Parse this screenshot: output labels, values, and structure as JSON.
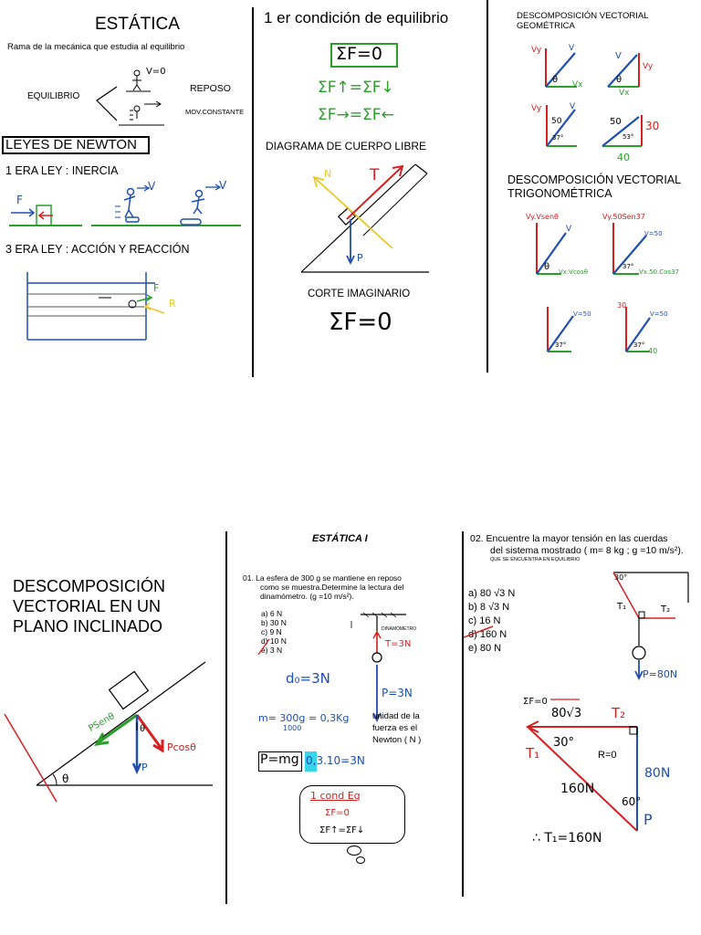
{
  "sheet1": {
    "title": "ESTÁTICA",
    "subtitle": "Rama de la mecánica que estudia al equilibrio",
    "equilibrio": "EQUILIBRIO",
    "reposo": "REPOSO",
    "mov_constante": "MOV.CONSTANTE",
    "v0": "V=0",
    "leyes": "LEYES DE NEWTON",
    "ley1": "1 ERA LEY : INERCIA",
    "ley3": "3 ERA LEY : ACCIÓN Y REACCIÓN",
    "F": "F",
    "V": "V",
    "R": "R",
    "cond_title": "1 er condición de equilibrio",
    "eq1": "ΣF=0",
    "eq2": "ΣF↑=ΣF↓",
    "eq3": "ΣF→=ΣF←",
    "dcl": "DIAGRAMA DE CUERPO LIBRE",
    "N": "N",
    "T": "T",
    "P": "P",
    "corte": "CORTE IMAGINARIO",
    "eq4": "ΣF=0",
    "desc_geo": "DESCOMPOSICIÓN VECTORIAL GEOMÉTRICA",
    "desc_geo_l1": "DESCOMPOSICIÓN VECTORIAL",
    "desc_geo_l2": "GEOMÉTRICA",
    "desc_trig_l1": "DESCOMPOSICIÓN VECTORIAL",
    "desc_trig_l2": "TRIGONOMÉTRICA",
    "vy": "Vy",
    "vx": "Vx",
    "theta": "θ",
    "n50": "50",
    "n40": "40",
    "n30": "30",
    "n37": "37°",
    "n53": "53°",
    "vsen": "Vy.Vsenθ",
    "vcos": "Vx.Vcosθ",
    "v50sen": "Vy.50Sen37",
    "v50cos": "Vx.50.Cos37",
    "v50": "V=50"
  },
  "sheet2": {
    "plano_l1": "DESCOMPOSICIÓN",
    "plano_l2": "VECTORIAL EN UN",
    "plano_l3": "PLANO INCLINADO",
    "psen": "PSenθ",
    "pcos": "Pcosθ",
    "P": "P",
    "theta": "θ",
    "est_title": "ESTÁTICA I",
    "q1_l1": "01.  La esfera de 300 g se mantiene en reposo",
    "q1_l2": "como se muestra.Determine la lectura del",
    "q1_l3": "dinamómetro. (g =10 m/s²).",
    "opts1": [
      "a) 6 N",
      "b) 30 N",
      "c) 9 N",
      "d) 10 N",
      "e) 3 N"
    ],
    "dinam": "DINAMÓMETRO",
    "t3n": "T=3N",
    "p3n": "P=3N",
    "d3n": "d₀=3N",
    "m_eq": "m= 300g = 0,3Kg",
    "m_den": "1000",
    "unidad_l1": "unidad de la",
    "unidad_l2": "fuerza es el",
    "unidad_l3": "Newton ( N )",
    "p_mg": "P=mg",
    "p_calc": "0,3.10=3N",
    "cond_eq": "1 cond Eq",
    "sf0": "ΣF=0",
    "sf_ud": "ΣF↑=ΣF↓",
    "q2_l1": "02.  Encuentre la mayor tensión en las cuerdas",
    "q2_l2": "del sistema mostrado ( m= 8 kg ; g =10 m/s²).",
    "q2_l3": "QUE SE ENCUENTRA EN EQUILIBRIO",
    "opts2": [
      "a) 80 √3  N",
      "b) 8 √3 N",
      "c) 16 N",
      "d) 160 N",
      "e) 80 N"
    ],
    "t1": "T₁",
    "t2": "T₂",
    "p80": "P=80N",
    "deg30": "30°",
    "deg60": "60°",
    "sf0b": "ΣF=0",
    "r0": "R=0",
    "n80sqrt3": "80√3",
    "n80n": "80N",
    "n160n": "160N",
    "ans": "∴ T₁=160N"
  }
}
